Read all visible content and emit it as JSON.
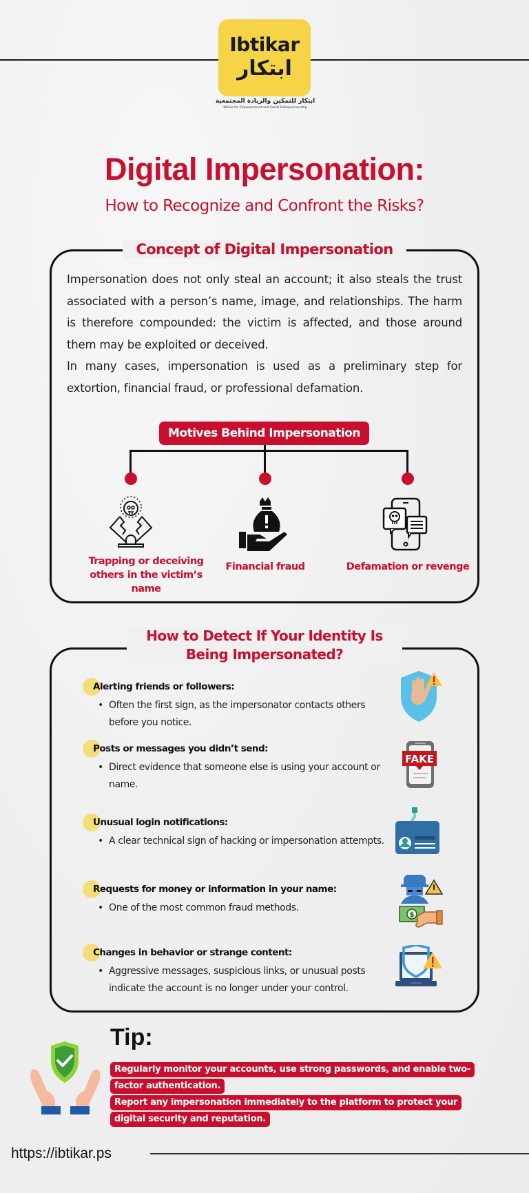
{
  "logo": {
    "name_en": "Ibtikar",
    "name_ar": "ابتكار",
    "tagline_ar": "ابتكار للتمكين والريادة المجتمعية",
    "tagline_en": "Ibtikar for Empowerment and Social Entrepreneurship",
    "color": "#f6d448"
  },
  "header": {
    "title": "Digital Impersonation:",
    "subtitle": "How to Recognize and Confront the Risks?"
  },
  "concept": {
    "heading": "Concept of Digital Impersonation",
    "paragraphs": [
      "Impersonation does not only steal an account; it also steals the trust associated with a person’s name, image, and relationships. The harm is therefore compounded: the victim is affected, and those around them may be exploited or deceived.",
      "In many cases, impersonation is used as a preliminary step for extortion, financial fraud, or professional defamation."
    ],
    "motives": {
      "label": "Motives Behind Impersonation",
      "items": [
        {
          "label": "Trapping or deceiving others in the victim’s name",
          "icon": "skull-trap-icon"
        },
        {
          "label": "Financial fraud",
          "icon": "money-bag-hand-icon"
        },
        {
          "label": "Defamation or revenge",
          "icon": "phone-skull-message-icon"
        }
      ]
    }
  },
  "detect": {
    "heading_line1": "How to Detect If Your Identity Is",
    "heading_line2": "Being Impersonated?",
    "items": [
      {
        "title": "Alerting friends or followers:",
        "desc": "Often the first sign, as the impersonator contacts others before you notice.",
        "icon": "shield-hand-warning-icon"
      },
      {
        "title": "Posts or messages you didn’t send:",
        "desc": "Direct evidence that someone else is using your account or name.",
        "icon": "fake-phone-icon"
      },
      {
        "title": "Unusual login notifications:",
        "desc": "A clear technical sign of hacking or impersonation attempts.",
        "icon": "id-card-hook-icon"
      },
      {
        "title": "Requests for money or information in your name:",
        "desc": "One of the most common fraud methods.",
        "icon": "spy-money-warning-icon"
      },
      {
        "title": "Changes in behavior or strange content:",
        "desc": "Aggressive messages, suspicious links, or unusual posts indicate the account is no longer under your control.",
        "icon": "laptop-shield-warning-icon"
      }
    ]
  },
  "tip": {
    "title": "Tip:",
    "lines": [
      "Regularly monitor your accounts, use strong passwords, and enable two-",
      "factor authentication.",
      "Report any impersonation immediately to the platform to protect your",
      "digital security and reputation."
    ],
    "icon": "hands-shield-check-icon"
  },
  "footer": {
    "url": "https://ibtikar.ps"
  },
  "colors": {
    "accent_red": "#c8102e",
    "highlight_yellow": "#f4de7a",
    "background": "#f0f0f0"
  }
}
